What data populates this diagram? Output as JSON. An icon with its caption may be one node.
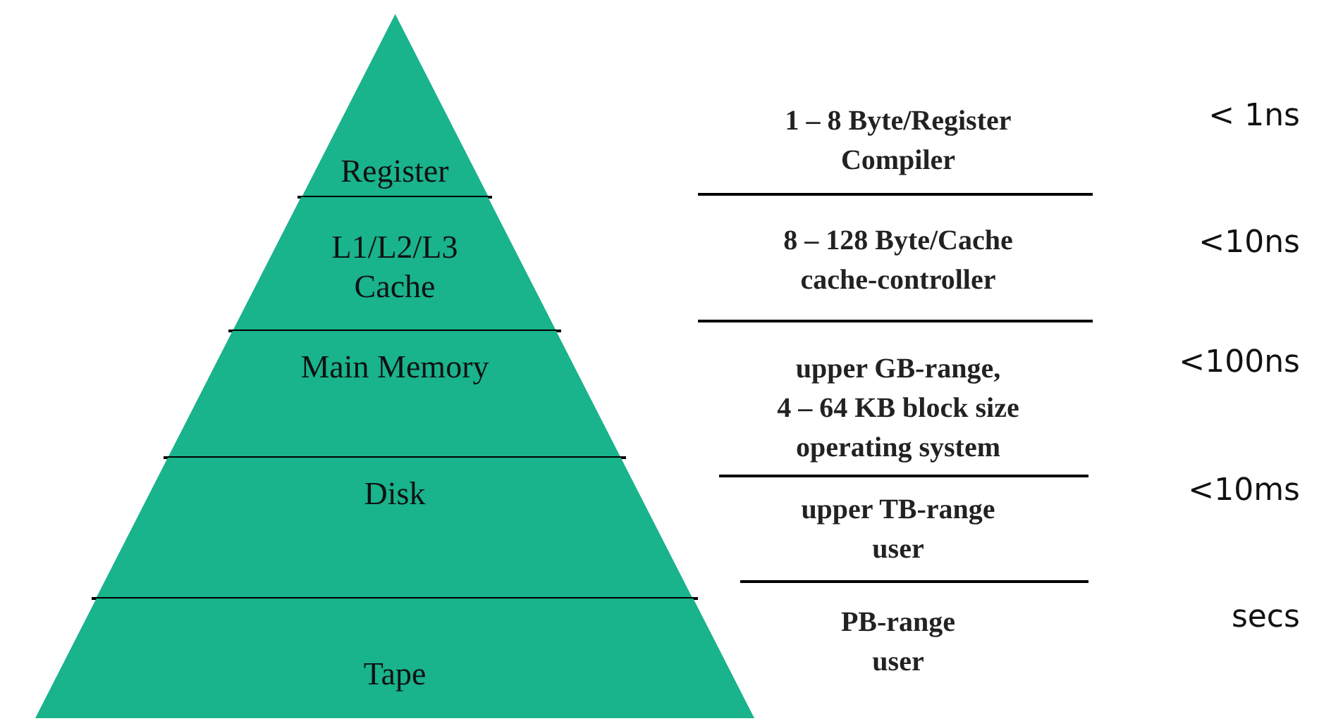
{
  "diagram": {
    "nodes": [
      {
        "text": [
          "Register"
        ],
        "beside": [
          "1 – 8 Byte/Register",
          "Compiler"
        ]
      },
      {
        "text": [
          "L1/L2/L3 Cache"
        ],
        "beside": [
          "8 – 128 Byte/Cache",
          "cache-controller"
        ]
      },
      {
        "text": [
          "Main Memory"
        ],
        "beside": [
          "upper GB-range,",
          "4 – 64 KB block size",
          "operating system"
        ]
      },
      {
        "text": [
          "Disk"
        ],
        "beside": [
          "upper TB-range",
          "user"
        ]
      },
      {
        "text": [
          "Tape"
        ],
        "beside": [
          "PB-range",
          "user"
        ]
      }
    ],
    "edges": [],
    "labels": [
      "< 1ns",
      "<10ns",
      "<100ns",
      "<10ms",
      "secs"
    ]
  }
}
